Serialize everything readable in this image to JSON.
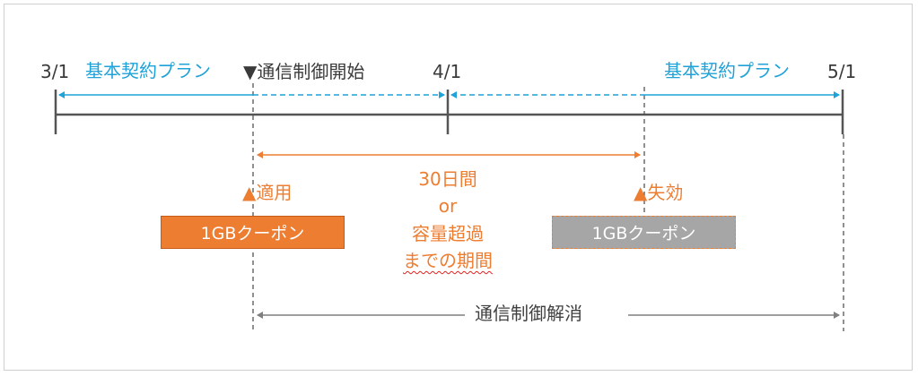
{
  "timeline": {
    "dates": [
      "3/1",
      "4/1",
      "5/1"
    ],
    "plan_label_left": "基本契約プラン",
    "plan_label_right": "基本契約プラン",
    "throttle_start_marker": "▼",
    "throttle_start_text": "通信制御開始"
  },
  "events": {
    "apply_marker": "▲",
    "apply_text": "適用",
    "expire_marker": "▲",
    "expire_text": "失効"
  },
  "coupons": {
    "active_label": "1GBクーポン",
    "expired_label": "1GBクーポン"
  },
  "period": {
    "line1": "30日間",
    "line2": "or",
    "line3": "容量超過",
    "line4": "までの期間"
  },
  "release": {
    "text": "通信制御解消"
  },
  "colors": {
    "timeline": "#555555",
    "blue": "#1fa2d8",
    "orange": "#ed7d31",
    "gray_arrow": "#7f7f7f",
    "expired_box": "#a6a6a6"
  }
}
